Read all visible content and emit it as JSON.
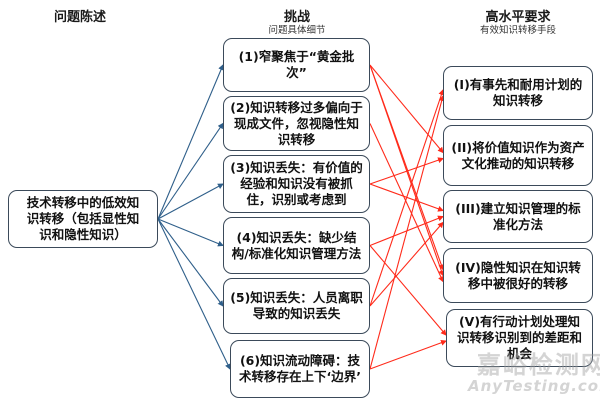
{
  "headers": {
    "problem": {
      "title": "问题陈述"
    },
    "challenge": {
      "title": "挑战",
      "subtitle": "问题具体细节"
    },
    "requirement": {
      "title": "高水平要求",
      "subtitle": "有效知识转移手段"
    }
  },
  "problem_box": {
    "text": "技术转移中的低效知识转移（包括显性知识和隐性知识）"
  },
  "challenges": [
    {
      "id": "c1",
      "text": "(1)窄聚焦于“黄金批次”"
    },
    {
      "id": "c2",
      "text": "(2)知识转移过多偏向于现成文件，忽视隐性知识转移"
    },
    {
      "id": "c3",
      "text": "(3)知识丢失：有价值的经验和知识没有被抓住，识别或考虑到"
    },
    {
      "id": "c4",
      "text": "(4)知识丢失：缺少结构/标准化知识管理方法"
    },
    {
      "id": "c5",
      "text": "(5)知识丢失：人员离职导致的知识丢失"
    },
    {
      "id": "c6",
      "text": "(6)知识流动障碍：技术转移存在上下‘边界’"
    }
  ],
  "requirements": [
    {
      "id": "r1",
      "text": "(I)有事先和耐用计划的知识转移"
    },
    {
      "id": "r2",
      "text": "(II)将价值知识作为资产文化推动的知识转移"
    },
    {
      "id": "r3",
      "text": "(III)建立知识管理的标准化方法"
    },
    {
      "id": "r4",
      "text": "(IV)隐性知识在知识转移中被很好的转移"
    },
    {
      "id": "r5",
      "text": "(V)有行动计划处理知识转移识别到的差距和机会"
    }
  ],
  "links": {
    "problem_to_challenges": [
      "c1",
      "c2",
      "c3",
      "c4",
      "c5",
      "c6"
    ],
    "challenge_to_requirement": [
      [
        "c1",
        "r2"
      ],
      [
        "c1",
        "r4"
      ],
      [
        "c1",
        "r4"
      ],
      [
        "c2",
        "r4"
      ],
      [
        "c3",
        "r2"
      ],
      [
        "c3",
        "r3"
      ],
      [
        "c4",
        "r3"
      ],
      [
        "c4",
        "r5"
      ],
      [
        "c5",
        "r1"
      ],
      [
        "c5",
        "r3"
      ],
      [
        "c6",
        "r1"
      ],
      [
        "c6",
        "r5"
      ]
    ]
  },
  "colors": {
    "blue_link": "#2f5f8a",
    "red_link": "#ff2a1a",
    "box_border": "#3b4a5a"
  },
  "watermark": {
    "cn": "嘉峪检测网",
    "en": "AnyTesting.com"
  }
}
